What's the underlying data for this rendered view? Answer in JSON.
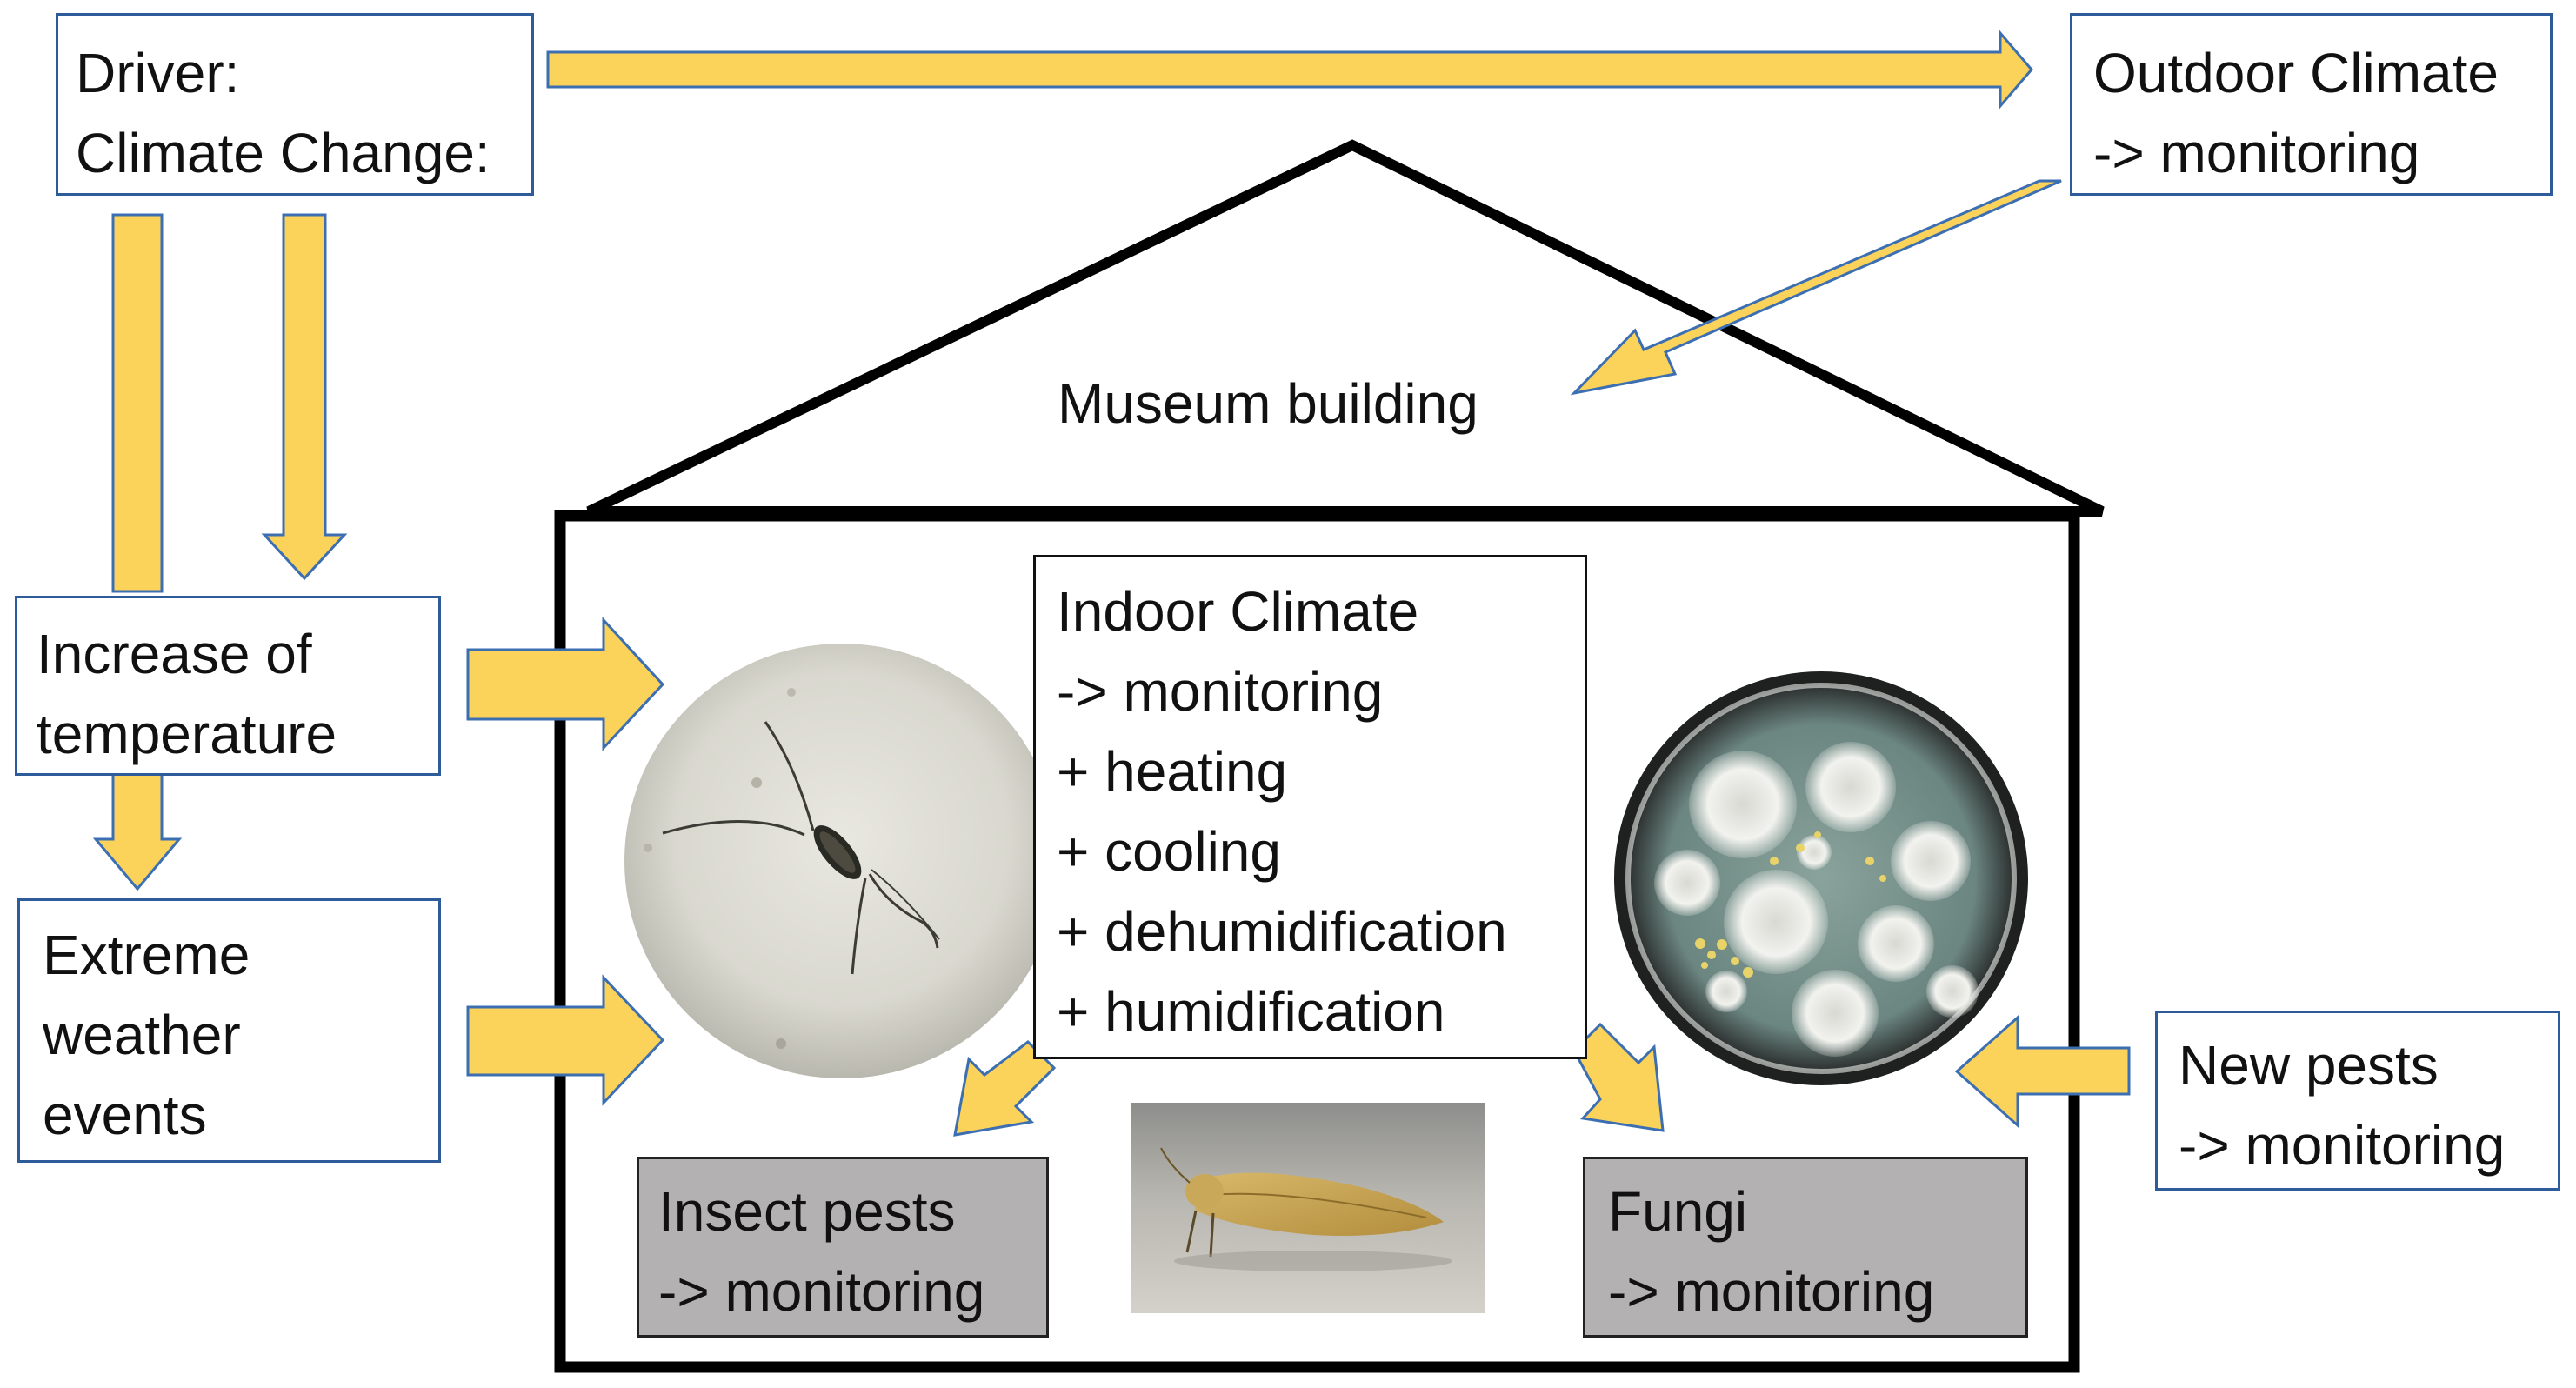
{
  "driver_box": {
    "lines": [
      "Driver:",
      "Climate Change:"
    ]
  },
  "outdoor_box": {
    "lines": [
      "Outdoor Climate",
      "-> monitoring"
    ]
  },
  "museum_label": "Museum building",
  "temperature_box": {
    "lines": [
      "Increase of",
      "temperature"
    ]
  },
  "extreme_box": {
    "lines": [
      "Extreme",
      "weather",
      "events"
    ]
  },
  "indoor_box": {
    "lines": [
      "Indoor Climate",
      "-> monitoring",
      "+ heating",
      "+ cooling",
      "+ dehumidification",
      "+ humidification"
    ]
  },
  "insect_box": {
    "lines": [
      "Insect pests",
      "-> monitoring"
    ]
  },
  "fungi_box": {
    "lines": [
      "Fungi",
      "-> monitoring"
    ]
  },
  "newpests_box": {
    "lines": [
      "New pests",
      "-> monitoring"
    ]
  },
  "images": {
    "silverfish": "silverfish-photo",
    "petri_dish": "fungi-petri-dish-photo",
    "moth": "moth-photo"
  },
  "colors": {
    "arrow_fill": "#fbd25a",
    "arrow_stroke": "#3c6fb2",
    "box_border": "#2e5b9a",
    "gray_box": "#b3b1b1"
  }
}
